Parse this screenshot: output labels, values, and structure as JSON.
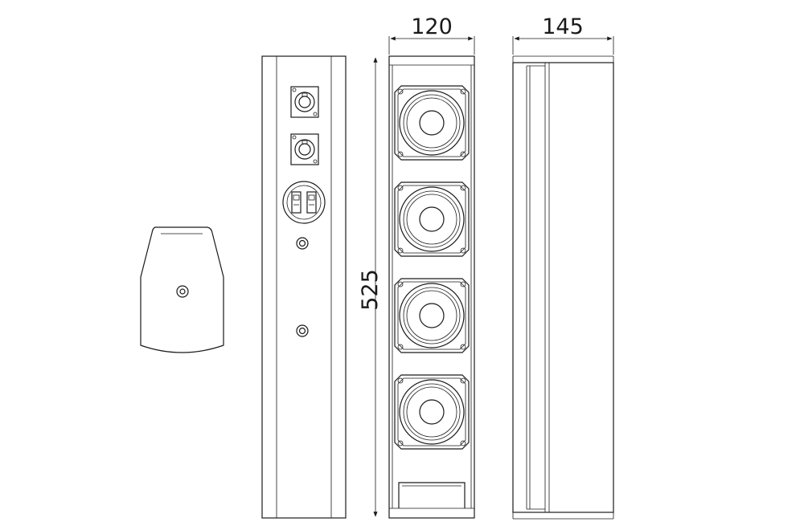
{
  "drawing": {
    "dimensions": {
      "front_width": "120",
      "side_depth": "145",
      "height": "525"
    },
    "speaker": {
      "driver_count": 4
    }
  }
}
